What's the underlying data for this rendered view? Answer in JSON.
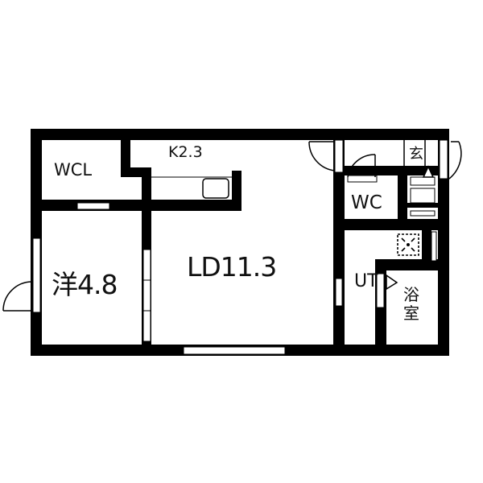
{
  "floor_plan": {
    "rooms": {
      "wcl": {
        "label": "WCL"
      },
      "kitchen": {
        "label": "K2.3"
      },
      "western_room": {
        "label": "洋4.8"
      },
      "living_dining": {
        "label": "LD11.3"
      },
      "toilet": {
        "label": "WC"
      },
      "entrance": {
        "label": "玄"
      },
      "utility": {
        "label": "UT"
      },
      "bathroom": {
        "label": "浴室"
      }
    },
    "colors": {
      "wall": "#000000",
      "background": "#ffffff",
      "text": "#111111"
    }
  }
}
